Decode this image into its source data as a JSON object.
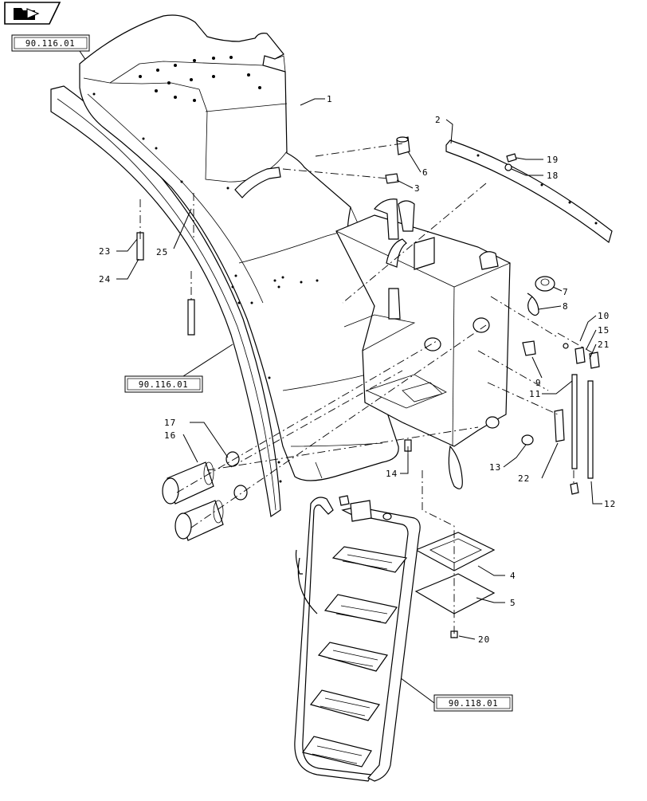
{
  "nav_icon": "folder-arrow-icon",
  "references": {
    "top": "90.116.01",
    "middle": "90.116.01",
    "ladder": "90.118.01"
  },
  "callouts": [
    "1",
    "2",
    "3",
    "4",
    "5",
    "6",
    "7",
    "8",
    "9",
    "10",
    "11",
    "12",
    "13",
    "14",
    "15",
    "16",
    "17",
    "18",
    "19",
    "20",
    "21",
    "22",
    "23",
    "24",
    "25"
  ]
}
